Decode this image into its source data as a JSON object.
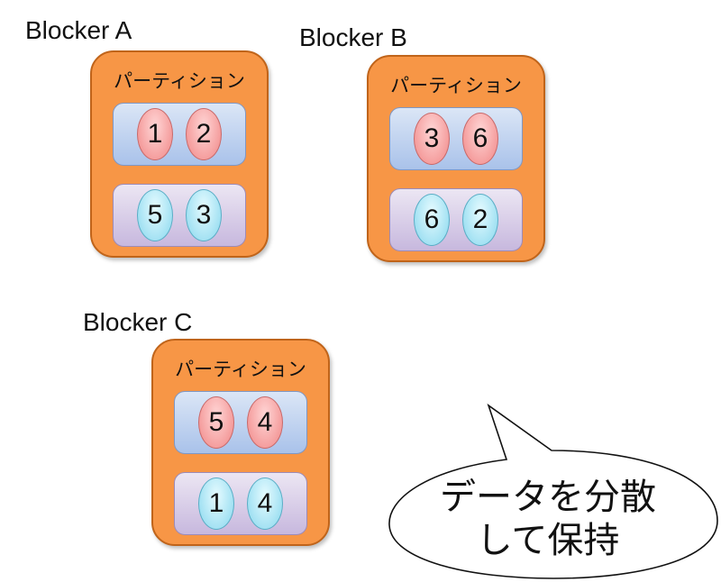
{
  "blockers": [
    {
      "title": "Blocker A",
      "partition_label": "パーティション",
      "top_row": [
        "1",
        "2"
      ],
      "bottom_row": [
        "5",
        "3"
      ]
    },
    {
      "title": "Blocker B",
      "partition_label": "パーティション",
      "top_row": [
        "3",
        "6"
      ],
      "bottom_row": [
        "6",
        "2"
      ]
    },
    {
      "title": "Blocker C",
      "partition_label": "パーティション",
      "top_row": [
        "5",
        "4"
      ],
      "bottom_row": [
        "1",
        "4"
      ]
    }
  ],
  "callout": {
    "line1": "データを分散",
    "line2": "して保持"
  },
  "colors": {
    "blocker_fill": "#f79646",
    "top_row_fill": "#a9c2ea",
    "bottom_row_fill": "#c7b8de",
    "red_oval": "#f49a9a",
    "cyan_oval": "#9fe0f2"
  }
}
